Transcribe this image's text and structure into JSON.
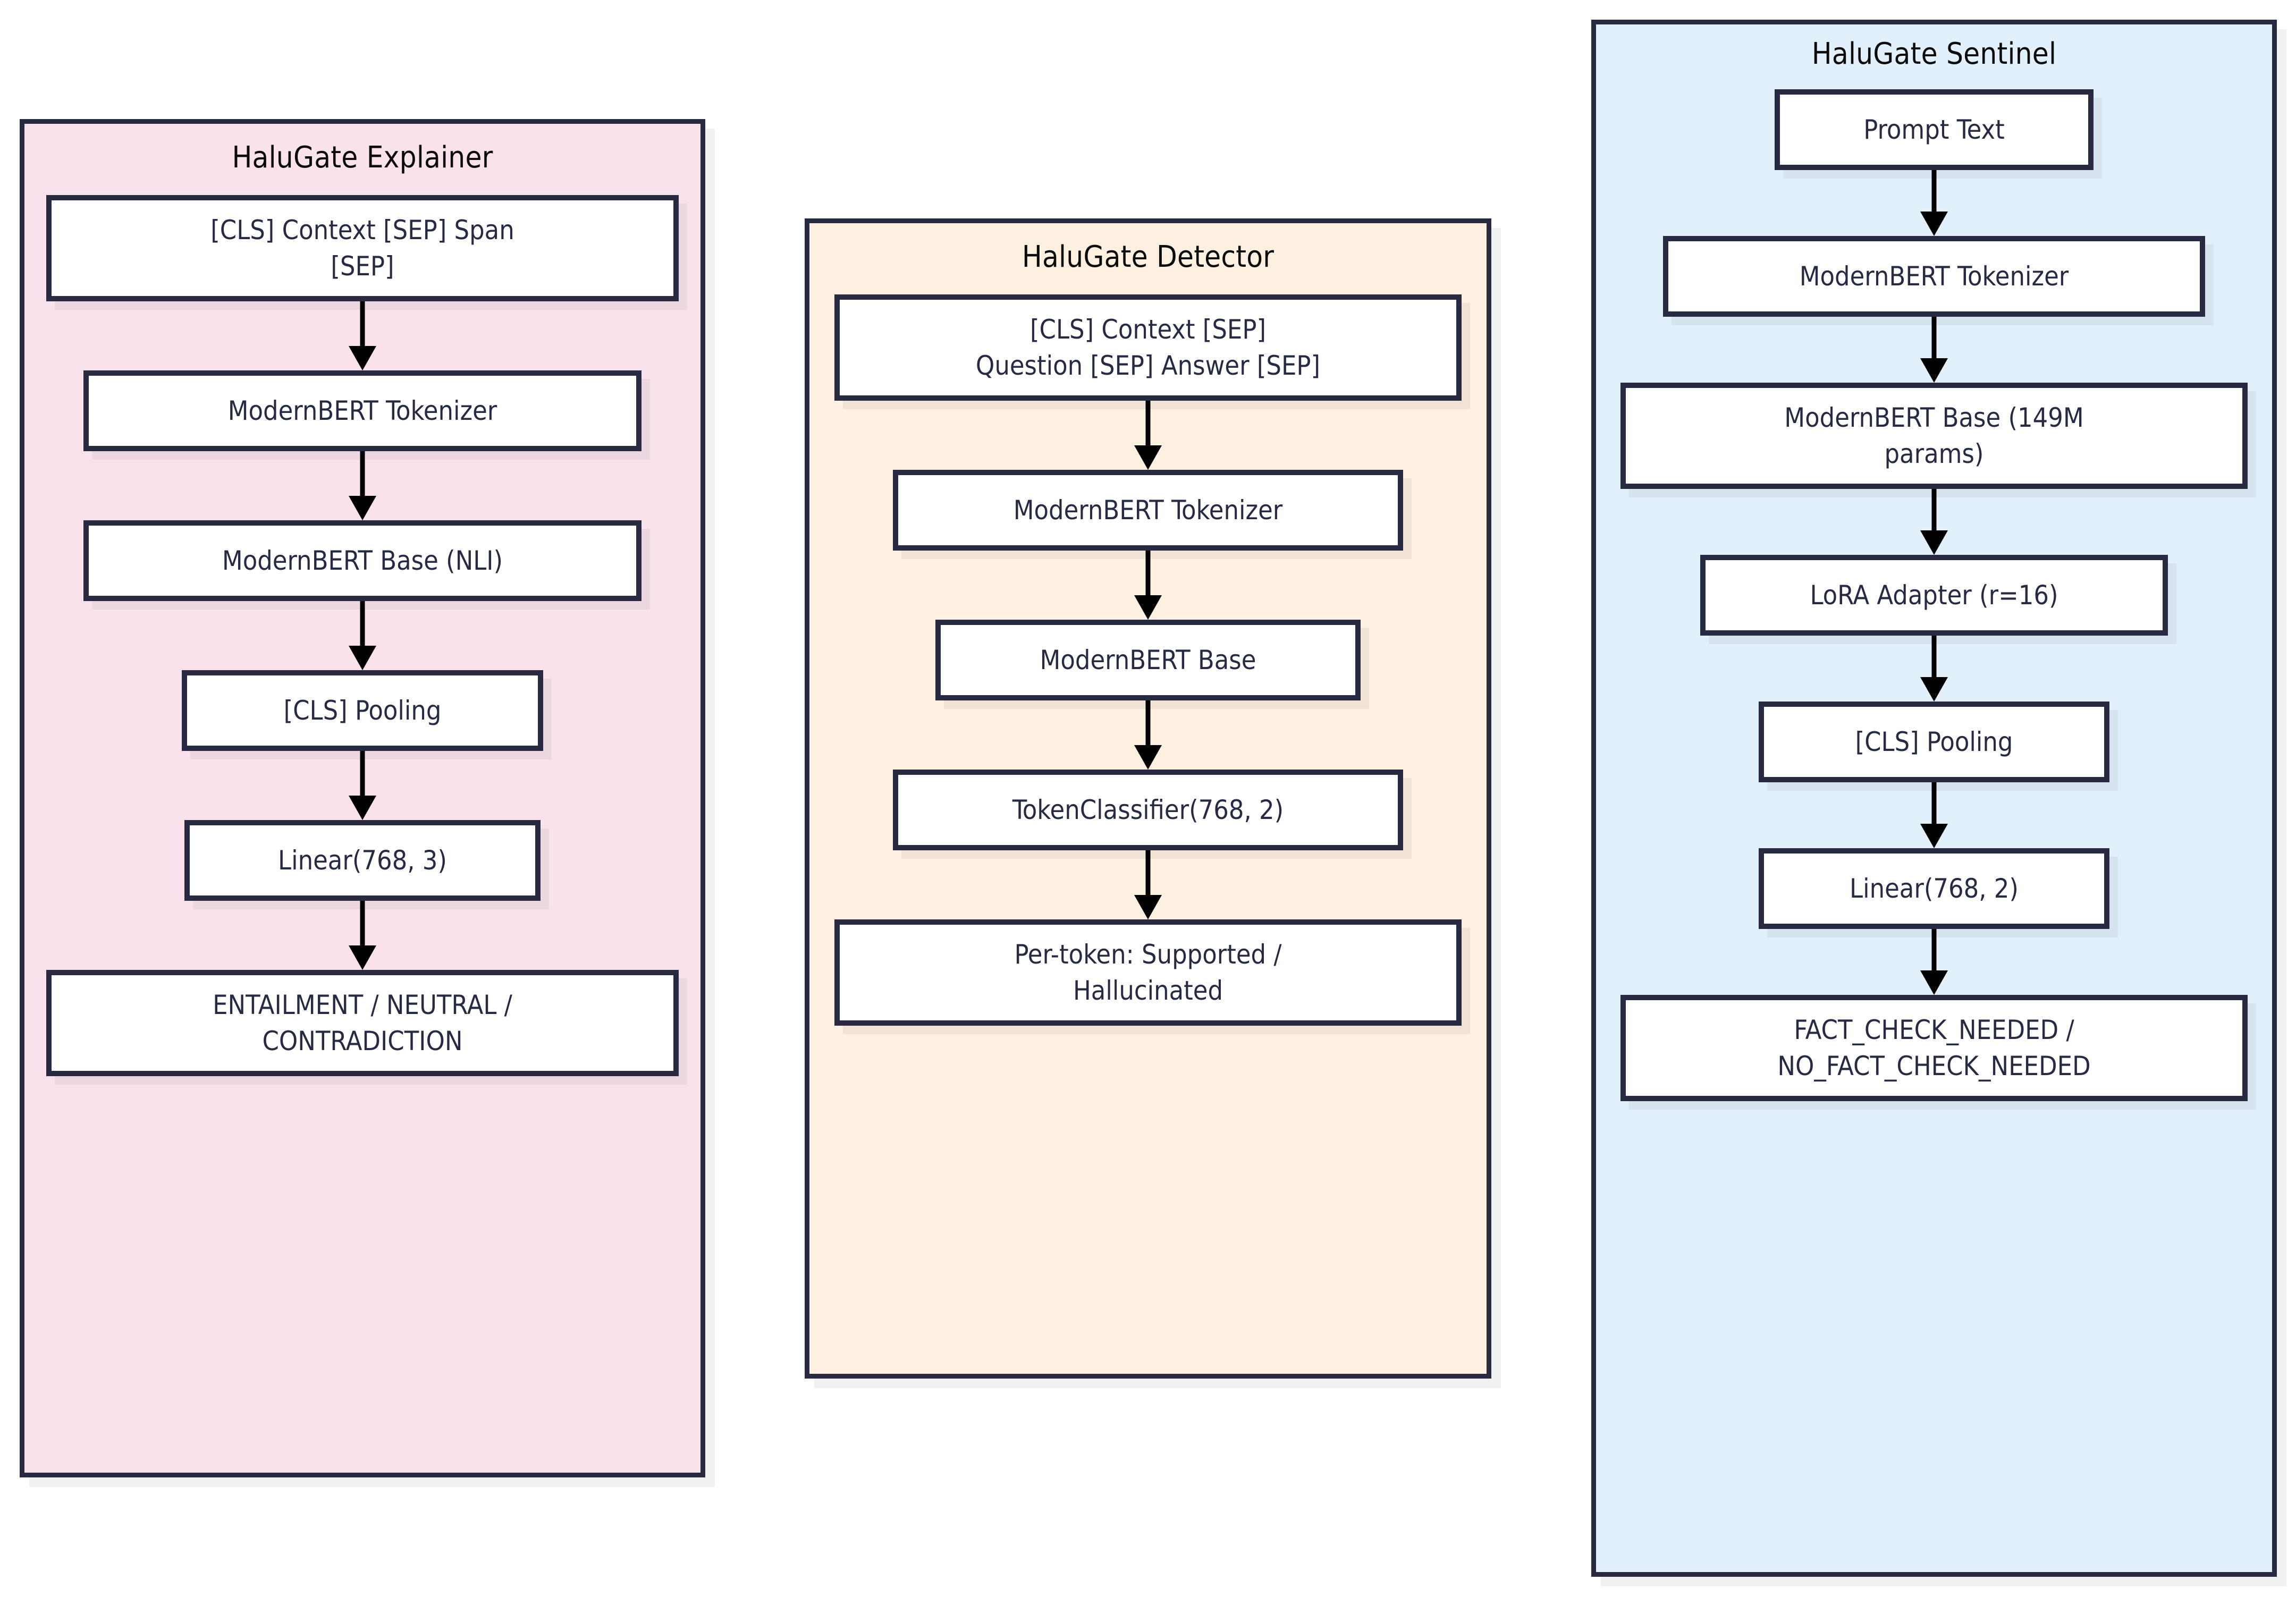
{
  "diagram": {
    "type": "flowchart",
    "direction": "top-to-bottom",
    "background": "#ffffff",
    "node_border_color": "#282a42",
    "node_fill_color": "#ffffff",
    "node_text_color": "#262a42",
    "arrow_color": "#000000"
  },
  "panels": [
    {
      "id": "explainer",
      "title": "HaluGate Explainer",
      "fill": "#f9e2ec",
      "border": "#282a42",
      "nodes": [
        {
          "id": "ex1",
          "label": "[CLS] Context [SEP] Span\n[SEP]",
          "lines": 2
        },
        {
          "id": "ex2",
          "label": "ModernBERT Tokenizer",
          "lines": 1
        },
        {
          "id": "ex3",
          "label": "ModernBERT Base (NLI)",
          "lines": 1
        },
        {
          "id": "ex4",
          "label": "[CLS] Pooling",
          "lines": 1
        },
        {
          "id": "ex5",
          "label": "Linear(768, 3)",
          "lines": 1
        },
        {
          "id": "ex6",
          "label": "ENTAILMENT / NEUTRAL /\nCONTRADICTION",
          "lines": 2
        }
      ],
      "edges": [
        {
          "from": "ex1",
          "to": "ex2"
        },
        {
          "from": "ex2",
          "to": "ex3"
        },
        {
          "from": "ex3",
          "to": "ex4"
        },
        {
          "from": "ex4",
          "to": "ex5"
        },
        {
          "from": "ex5",
          "to": "ex6"
        }
      ]
    },
    {
      "id": "detector",
      "title": "HaluGate Detector",
      "fill": "#fdf0e1",
      "border": "#282a42",
      "nodes": [
        {
          "id": "de1",
          "label": "[CLS] Context [SEP]\nQuestion [SEP] Answer [SEP]",
          "lines": 2
        },
        {
          "id": "de2",
          "label": "ModernBERT Tokenizer",
          "lines": 1
        },
        {
          "id": "de3",
          "label": "ModernBERT Base",
          "lines": 1
        },
        {
          "id": "de4",
          "label": "TokenClassifier(768, 2)",
          "lines": 1
        },
        {
          "id": "de5",
          "label": "Per-token: Supported /\nHallucinated",
          "lines": 2
        }
      ],
      "edges": [
        {
          "from": "de1",
          "to": "de2"
        },
        {
          "from": "de2",
          "to": "de3"
        },
        {
          "from": "de3",
          "to": "de4"
        },
        {
          "from": "de4",
          "to": "de5"
        }
      ]
    },
    {
      "id": "sentinel",
      "title": "HaluGate Sentinel",
      "fill": "#e2f0fb",
      "border": "#282a42",
      "nodes": [
        {
          "id": "se1",
          "label": "Prompt Text",
          "lines": 1
        },
        {
          "id": "se2",
          "label": "ModernBERT Tokenizer",
          "lines": 1
        },
        {
          "id": "se3",
          "label": "ModernBERT Base (149M\nparams)",
          "lines": 2
        },
        {
          "id": "se4",
          "label": "LoRA Adapter (r=16)",
          "lines": 1
        },
        {
          "id": "se5",
          "label": "[CLS] Pooling",
          "lines": 1
        },
        {
          "id": "se6",
          "label": "Linear(768, 2)",
          "lines": 1
        },
        {
          "id": "se7",
          "label": "FACT_CHECK_NEEDED /\nNO_FACT_CHECK_NEEDED",
          "lines": 2
        }
      ],
      "edges": [
        {
          "from": "se1",
          "to": "se2"
        },
        {
          "from": "se2",
          "to": "se3"
        },
        {
          "from": "se3",
          "to": "se4"
        },
        {
          "from": "se4",
          "to": "se5"
        },
        {
          "from": "se5",
          "to": "se6"
        },
        {
          "from": "se6",
          "to": "se7"
        }
      ]
    }
  ]
}
